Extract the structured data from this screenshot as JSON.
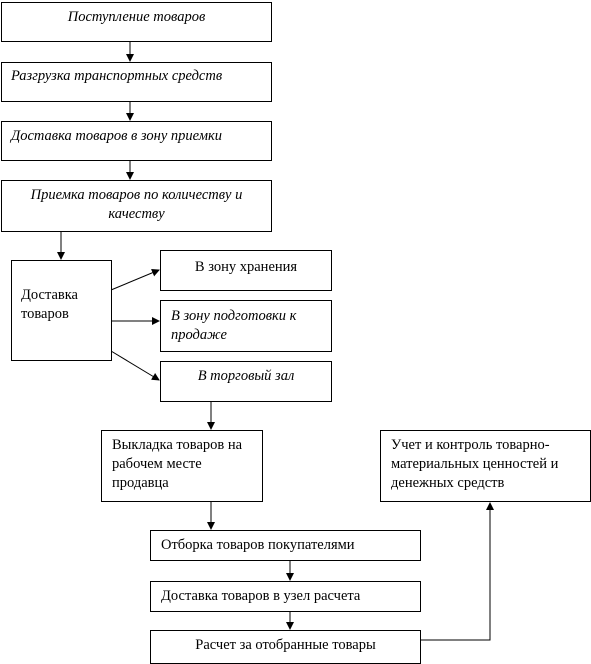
{
  "nodes": {
    "receipt": "Поступление товаров",
    "unloading": "Разгрузка транспортных средств",
    "delivery_to_receiving": "Доставка товаров в зону приемки",
    "acceptance": "Приемка товаров по количеству и качеству",
    "delivery_goods": "Доставка товаров",
    "to_storage": "В зону хранения",
    "to_presale": "В зону подготовки к продаже",
    "to_sales_floor": "В торговый зал",
    "display": "Выкладка товаров на рабочем месте продавца",
    "accounting": "Учет и контроль товарно-материальных ценностей и денежных средств",
    "selection": "Отборка товаров покупателями",
    "to_checkout": "Доставка товаров в узел расчета",
    "payment": "Расчет за отобранные товары"
  }
}
